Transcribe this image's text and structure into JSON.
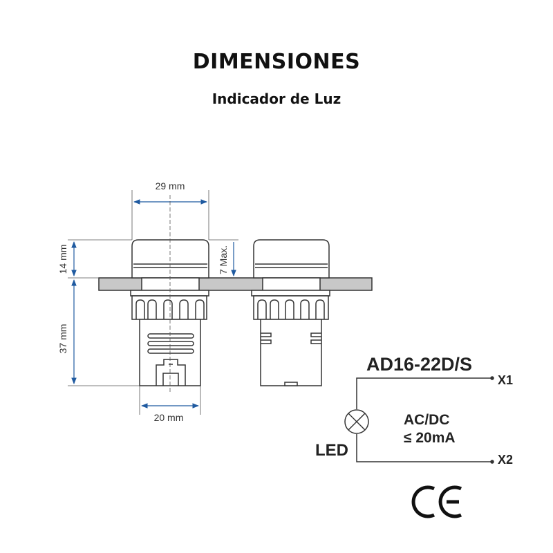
{
  "header": {
    "title": "DIMENSIONES",
    "subtitle": "Indicador de Luz"
  },
  "dimensions": {
    "top_width": "29 mm",
    "cap_height": "14 mm",
    "body_height": "37 mm",
    "base_width": "20 mm",
    "max_depth": "7 Max."
  },
  "circuit": {
    "model": "AD16-22D/S",
    "terminal_1": "X1",
    "terminal_2": "X2",
    "supply_line_1": "AC/DC",
    "supply_line_2": "≤ 20mA",
    "lamp_label": "LED"
  },
  "certification": {
    "mark": "CE"
  },
  "colors": {
    "dimension_line": "#1f5aa0",
    "panel_fill": "#c8c8c8",
    "outline": "#333333",
    "text": "#111111"
  }
}
